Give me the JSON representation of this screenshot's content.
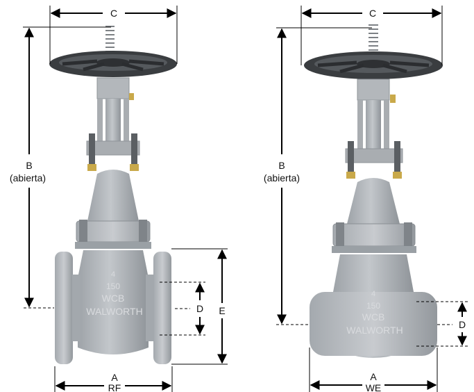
{
  "left_valve": {
    "dim_c": "C",
    "dim_b": "B",
    "dim_b_note": "(abierta)",
    "dim_d": "D",
    "dim_e": "E",
    "dim_a": "A",
    "dim_a_type": "RF",
    "body_marks": {
      "size": "4",
      "rating": "150",
      "material": "WCB",
      "brand": "WALWORTH"
    }
  },
  "right_valve": {
    "dim_c": "C",
    "dim_b": "B",
    "dim_b_note": "(abierta)",
    "dim_d": "D",
    "dim_a": "A",
    "dim_a_type": "WE",
    "body_marks": {
      "size": "4",
      "rating": "150",
      "material": "WCB",
      "brand": "WALWORTH"
    }
  },
  "colors": {
    "valve_body": "#b8bcc1",
    "valve_shadow": "#8f9499",
    "handwheel": "#3a3d40",
    "dimension_line": "#000000"
  }
}
